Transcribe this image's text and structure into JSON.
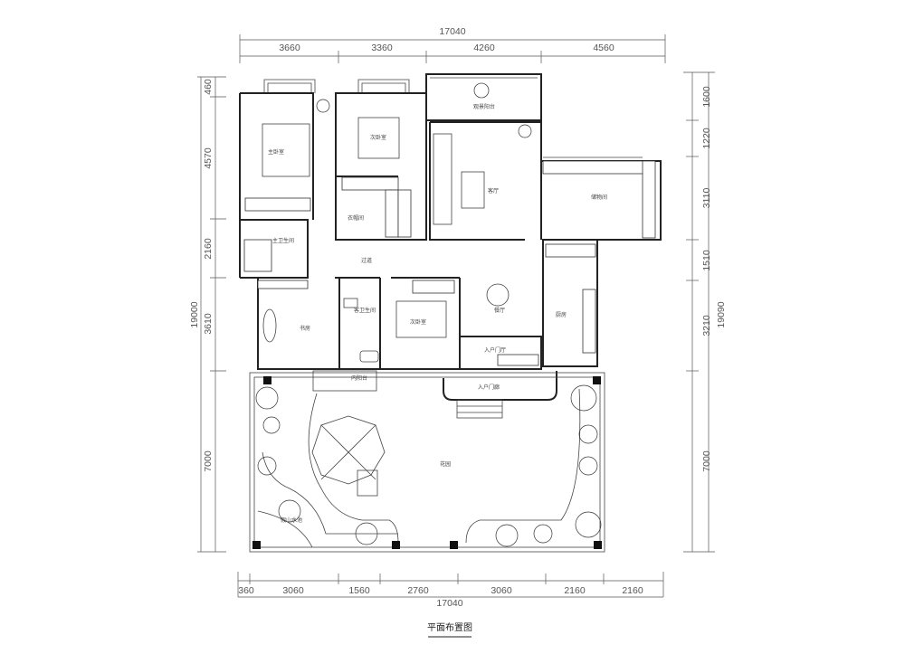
{
  "title": "平面布置图",
  "dimensions": {
    "top_total": "17040",
    "top_segments": [
      "3660",
      "3360",
      "4260",
      "4560"
    ],
    "bottom_total": "17040",
    "bottom_segments": [
      "360",
      "3060",
      "1560",
      "2760",
      "3060",
      "2160",
      "2160"
    ],
    "left_total": "19000",
    "left_segments": [
      "460",
      "4570",
      "2160",
      "3610",
      "7000"
    ],
    "right_total": "19090",
    "right_segments": [
      "1600",
      "1220",
      "3110",
      "1510",
      "3210",
      "7000"
    ]
  },
  "rooms": {
    "master_bedroom": "主卧室",
    "second_bedroom": "次卧室",
    "walk_in_closet": "衣帽间",
    "master_bathroom": "主卫生间",
    "corridor": "过道",
    "study": "书房",
    "guest_bathroom": "客卫生间",
    "third_bedroom": "次卧室",
    "viewing_balcony": "观景阳台",
    "living_room": "客厅",
    "storage_room": "储物间",
    "dining_room": "餐厅",
    "kitchen": "厨房",
    "entry_foyer": "入户门厅",
    "entry_porch": "入户门廊",
    "inner_balcony": "内阳台",
    "garden": "花园",
    "rockery_pond": "假山水池"
  }
}
